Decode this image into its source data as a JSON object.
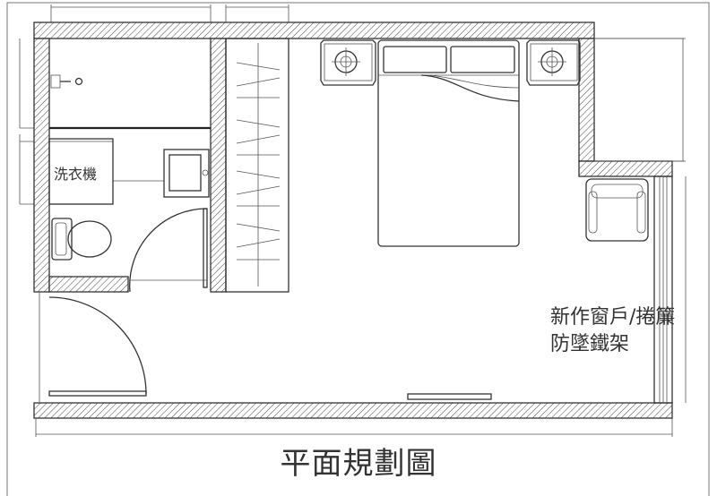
{
  "title": "平面規劃圖",
  "labels": {
    "washer": "洗衣機",
    "window_note_line1": "新作窗戶/捲簾",
    "window_note_line2": "防墜鐵架"
  },
  "colors": {
    "line": "#333333",
    "background": "#ffffff"
  }
}
